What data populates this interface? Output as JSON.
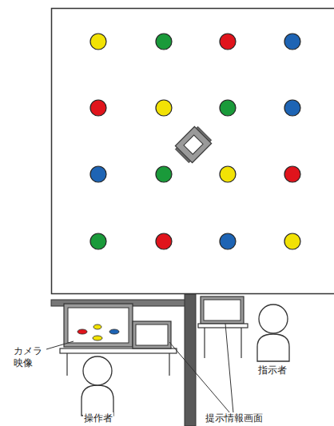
{
  "diagram": {
    "labels": [
      "カメラ 映像",
      "指示者",
      "操作者",
      "提示情報画面"
    ]
  }
}
